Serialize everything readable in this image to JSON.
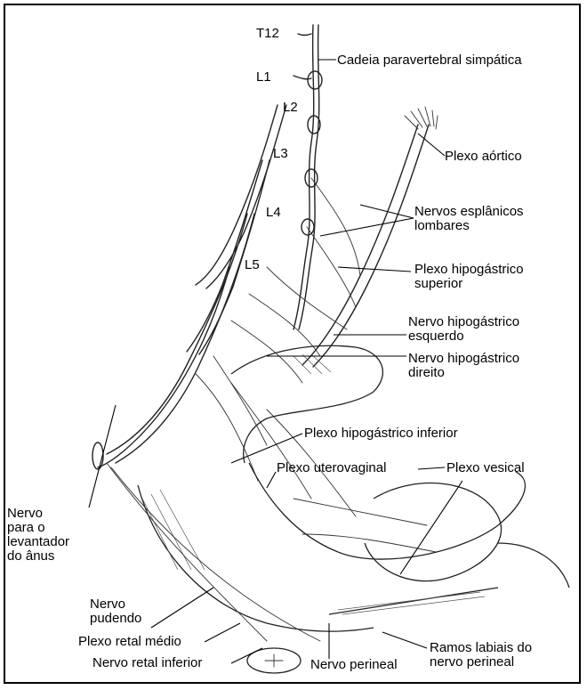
{
  "labels": {
    "t12": "T12",
    "l1": "L1",
    "l2": "L2",
    "l3": "L3",
    "l4": "L4",
    "l5": "L5",
    "cadeia": "Cadeia paravertebral simpática",
    "plexo_aortico": "Plexo aórtico",
    "nervos_esplanicos": "Nervos esplânicos\nlombares",
    "plexo_hipogastrico_superior": "Plexo hipogástrico\nsuperior",
    "nervo_hipogastrico_esquerdo": "Nervo hipogástrico\nesquerdo",
    "nervo_hipogastrico_direito": "Nervo hipogástrico\ndireito",
    "plexo_hipogastrico_inferior": "Plexo hipogástrico inferior",
    "plexo_uterovaginal": "Plexo uterovaginal",
    "plexo_vesical": "Plexo vesical",
    "nervo_levantador": "Nervo\npara o\nlevantador\ndo ânus",
    "nervo_pudendo": "Nervo\npudendo",
    "plexo_retal_medio": "Plexo retal médio",
    "nervo_retal_inferior": "Nervo retal inferior",
    "nervo_perineal": "Nervo perineal",
    "ramos_labiais": "Ramos labiais do\nnervo perineal"
  }
}
